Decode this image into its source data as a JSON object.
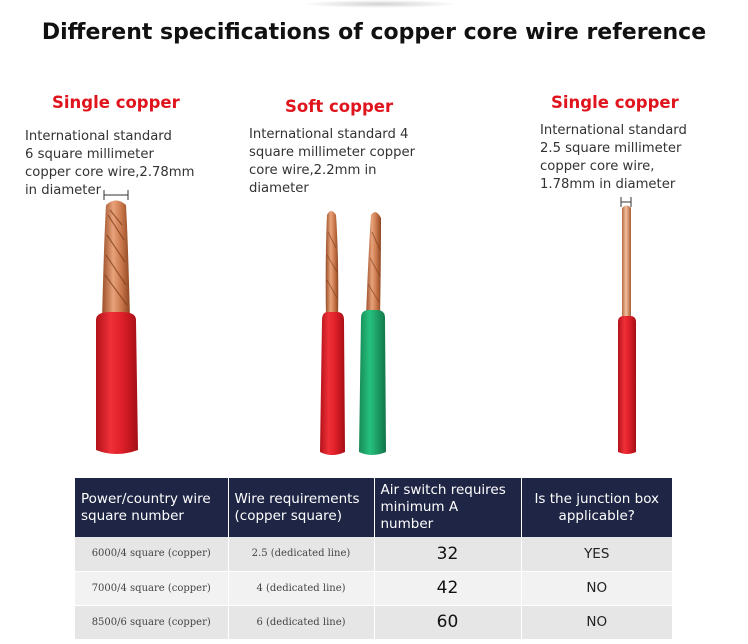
{
  "title": "Different specifications of copper core wire reference",
  "wires": [
    {
      "name": "Single copper",
      "description": "International standard\n6 square millimeter\ncopper core wire,2.78mm\nin diameter",
      "insulation_colors": [
        "#e0202a"
      ],
      "core": "multi-strand"
    },
    {
      "name": "Soft copper",
      "description": "International standard 4\nsquare millimeter copper\ncore wire,2.2mm in\ndiameter",
      "insulation_colors": [
        "#e0202a",
        "#1aa86a"
      ],
      "core": "multi-strand"
    },
    {
      "name": "Single copper",
      "description": "International standard\n2.5 square millimeter\ncopper core wire,\n1.78mm in diameter",
      "insulation_colors": [
        "#e0202a"
      ],
      "core": "solid"
    }
  ],
  "table": {
    "headers": [
      "Power/country wire square number",
      "Wire requirements (copper square)",
      "Air switch requires minimum A number",
      "Is the junction box applicable?"
    ],
    "rows": [
      {
        "power": "6000/4 square (copper)",
        "wire": "2.5 (dedicated line)",
        "amps": "32",
        "junction": "YES"
      },
      {
        "power": "7000/4 square (copper)",
        "wire": "4 (dedicated line)",
        "amps": "42",
        "junction": "NO"
      },
      {
        "power": "8500/6 square (copper)",
        "wire": "6 (dedicated line)",
        "amps": "60",
        "junction": "NO"
      }
    ]
  },
  "colors": {
    "title_red": "#e0141c",
    "header_navy": "#1f2545",
    "copper": "#c8764a"
  }
}
